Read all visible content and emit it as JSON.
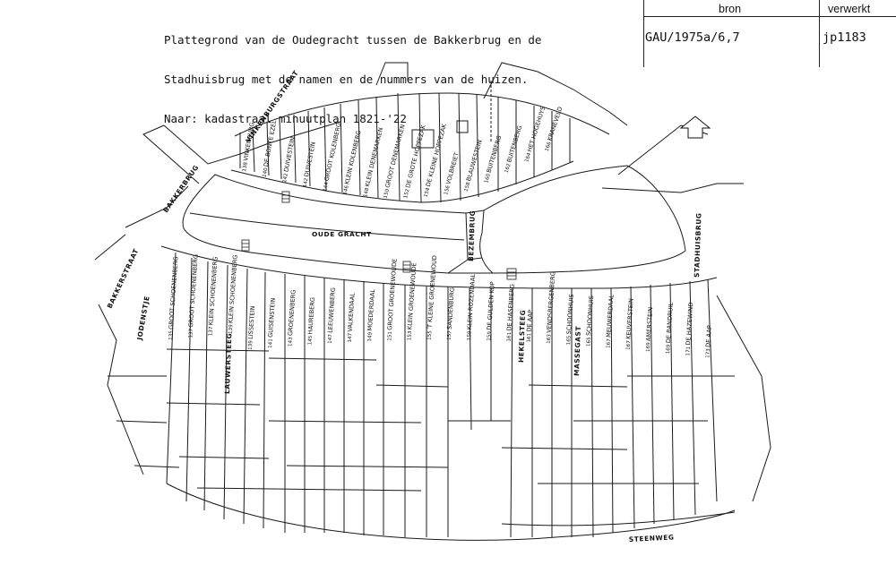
{
  "header": {
    "title_lines": [
      "Plattegrond van de Oudegracht tussen de Bakkerbrug en de",
      "Stadhuisbrug met de namen en de nummers van de huizen.",
      "Naar: kadastraal minuutplan 1821-'22"
    ],
    "bron_label": "bron",
    "verwerkt_label": "verwerkt",
    "bron_value": "GAU/1975a/6,7",
    "verwerkt_value": "jp1183"
  },
  "map": {
    "north_arrow": "north-arrow-icon",
    "streets": {
      "vinkenburgstraat": "VINKENBURGSTRAAT",
      "bakkerbrug": "BAKKERBRUG",
      "bakkerstraat": "BAKKERSTRAAT",
      "jodenstje": "JODENSTJE",
      "lauwersteeg": "LAUWERSTEEG",
      "oude_gracht": "OUDE GRACHT",
      "bezembrug": "BEZEMBRUG",
      "hekelsteeg": "HEKELSTEEG",
      "massegast": "MASSEGAST",
      "stadhuisbrug": "STADHUISBRUG",
      "steenweg": "STEENWEG"
    },
    "north_houses": [
      {
        "num": "138",
        "name": "VINKENBURG"
      },
      {
        "num": "140",
        "name": "DE BONTE EZEL"
      },
      {
        "num": "142",
        "name": "DUIVESTEIN"
      },
      {
        "num": "142",
        "name": "DUIVESTEIN"
      },
      {
        "num": "144",
        "name": "GROOT KOLENBERG"
      },
      {
        "num": "146",
        "name": "KLEIN KOLENBERG"
      },
      {
        "num": "148",
        "name": "KLEIN DENEMARKEN"
      },
      {
        "num": "150",
        "name": "GROOT DENEMARKEN"
      },
      {
        "num": "152",
        "name": "DE GROTE HOPPEZAK"
      },
      {
        "num": "154",
        "name": "DE KLEINE HOPPEZAK"
      },
      {
        "num": "156",
        "name": "VOLBREIET"
      },
      {
        "num": "158",
        "name": "BLAUWESTEIN"
      },
      {
        "num": "160",
        "name": "BUITENBERG"
      },
      {
        "num": "162",
        "name": "BUITENBERG"
      },
      {
        "num": "164",
        "name": "HET HOGEHUYS"
      },
      {
        "num": "166",
        "name": "KRANEVELD"
      }
    ],
    "south_houses": [
      {
        "num": "135",
        "name": "GROOT SCHOENENBERG"
      },
      {
        "num": "137",
        "name": "GROOT SCHOENENBERG"
      },
      {
        "num": "137",
        "name": "KLEIN SCHOENENBERG"
      },
      {
        "num": "139",
        "name": "KLEIN SCHOENENBERG"
      },
      {
        "num": "139",
        "name": "LISSESTEIN"
      },
      {
        "num": "141",
        "name": "GUISENSTEIN"
      },
      {
        "num": "143",
        "name": "GROENENBERG"
      },
      {
        "num": "145",
        "name": "HAUREBERG"
      },
      {
        "num": "147",
        "name": "LEEUWENBERG"
      },
      {
        "num": "147",
        "name": "VALKENDAAL"
      },
      {
        "num": "149",
        "name": "MOEDERDAAL"
      },
      {
        "num": "151",
        "name": "GROOT GROENEWOUDE"
      },
      {
        "num": "153",
        "name": "KLEIN GROENEWOUDE"
      },
      {
        "num": "155",
        "name": "'T KLEINE GROENEWOUD"
      },
      {
        "num": "157",
        "name": "SANDENBURG"
      },
      {
        "num": "159",
        "name": "KLEIN ROZENDAAL"
      },
      {
        "num": "159",
        "name": "DE GULDEN KOP"
      },
      {
        "num": "161",
        "name": "DE HASENBERG"
      },
      {
        "num": "161",
        "name": "DE AAP"
      },
      {
        "num": "163",
        "name": "VENDSBERGENBERG"
      },
      {
        "num": "165",
        "name": "SCHOONHUIS"
      },
      {
        "num": "165",
        "name": "SCHOONHUIS"
      },
      {
        "num": "167",
        "name": "MEUWERDAAL"
      },
      {
        "num": "167",
        "name": "KEUVERSTEIN"
      },
      {
        "num": "169",
        "name": "AMERSTEIN"
      },
      {
        "num": "169",
        "name": "DE BANDRUIL"
      },
      {
        "num": "171",
        "name": "DE HAZEWIND"
      },
      {
        "num": "173",
        "name": "DE AAP"
      }
    ]
  }
}
